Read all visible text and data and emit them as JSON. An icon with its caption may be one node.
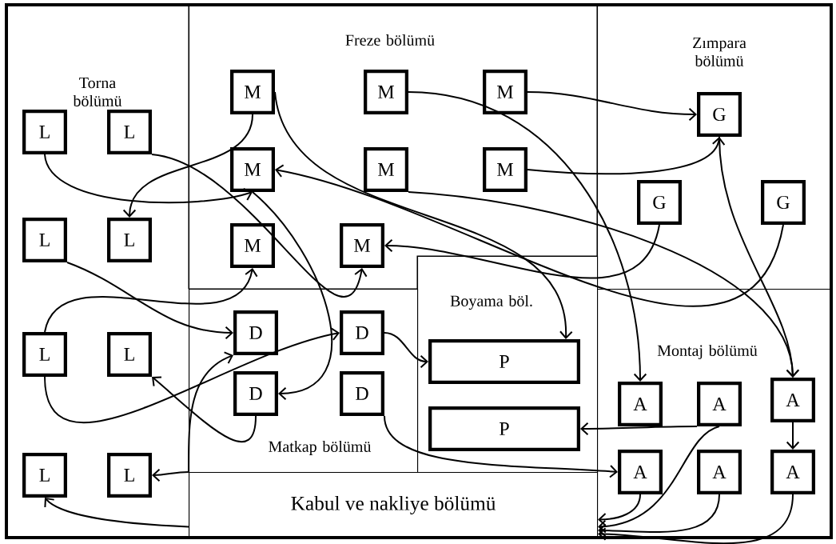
{
  "diagram": {
    "nodes": [
      {
        "text": [
          "Torna bölümü"
        ]
      },
      {
        "text": [
          "Freze bölümü"
        ]
      },
      {
        "text": [
          "Zımpara bölümü"
        ]
      },
      {
        "text": [
          "L"
        ],
        "in": 0
      },
      {
        "text": [
          "L"
        ],
        "in": 0
      },
      {
        "text": [
          "L"
        ],
        "in": 0
      },
      {
        "text": [
          "L"
        ],
        "in": 0
      },
      {
        "text": [
          "L"
        ],
        "in": 0
      },
      {
        "text": [
          "L"
        ],
        "in": 0
      },
      {
        "text": [
          "L"
        ],
        "in": 0
      },
      {
        "text": [
          "L"
        ],
        "in": 0
      },
      {
        "text": [
          "M"
        ],
        "in": 1
      },
      {
        "text": [
          "M"
        ],
        "in": 1
      },
      {
        "text": [
          "M"
        ],
        "in": 1
      },
      {
        "text": [
          "M"
        ],
        "in": 1
      },
      {
        "text": [
          "M"
        ],
        "in": 1
      },
      {
        "text": [
          "M"
        ],
        "in": 1
      },
      {
        "text": [
          "M"
        ],
        "in": 1
      },
      {
        "text": [
          "M"
        ],
        "in": 1
      },
      {
        "text": [
          "G"
        ],
        "in": 2
      },
      {
        "text": [
          "G"
        ],
        "in": 2
      },
      {
        "text": [
          "G"
        ],
        "in": 2
      },
      {
        "text": [
          "Boyama böl."
        ]
      },
      {
        "text": [
          "P"
        ],
        "in": 22
      },
      {
        "text": [
          "P"
        ],
        "in": 22
      },
      {
        "text": [
          "Matkap bölümü"
        ]
      },
      {
        "text": [
          "D"
        ],
        "in": 25
      },
      {
        "text": [
          "D"
        ],
        "in": 25
      },
      {
        "text": [
          "D"
        ],
        "in": 25
      },
      {
        "text": [
          "D"
        ],
        "in": 25
      },
      {
        "text": [
          "Montaj bölümü"
        ]
      },
      {
        "text": [
          "A"
        ],
        "in": 30
      },
      {
        "text": [
          "A"
        ],
        "in": 30
      },
      {
        "text": [
          "A"
        ],
        "in": 30
      },
      {
        "text": [
          "A"
        ],
        "in": 30
      },
      {
        "text": [
          "A"
        ],
        "in": 30
      },
      {
        "text": [
          "A"
        ],
        "in": 30
      },
      {
        "text": [
          "Kabul ve nakliye bölümü"
        ]
      }
    ],
    "edges": [
      {
        "from": 11,
        "to": 6,
        "arrow": "to"
      },
      {
        "from": 3,
        "to": 14,
        "arrow": "to"
      },
      {
        "from": 4,
        "to": 18,
        "arrow": "to"
      },
      {
        "from": 5,
        "to": 26,
        "arrow": "to"
      },
      {
        "from": 7,
        "to": 17,
        "arrow": "to"
      },
      {
        "from": 11,
        "to": 23,
        "arrow": "to"
      },
      {
        "from": 12,
        "to": 31,
        "arrow": "to"
      },
      {
        "from": 13,
        "to": 19,
        "arrow": "to"
      },
      {
        "from": 15,
        "to": 33,
        "arrow": "to"
      },
      {
        "from": 16,
        "to": 19,
        "arrow": "to"
      },
      {
        "from": 19,
        "to": 33,
        "arrow": "to"
      },
      {
        "from": 20,
        "to": 18,
        "arrow": "to"
      },
      {
        "from": 21,
        "to": 14,
        "arrow": "to"
      },
      {
        "from": 14,
        "to": 28,
        "arrow": "to"
      },
      {
        "from": 7,
        "to": 27,
        "arrow": "to"
      },
      {
        "from": 28,
        "to": 8,
        "arrow": "to"
      },
      {
        "from": 27,
        "to": 23,
        "arrow": "to"
      },
      {
        "from": 29,
        "to": 34,
        "arrow": "to"
      },
      {
        "from": 32,
        "to": 24,
        "arrow": "to"
      },
      {
        "from": 32,
        "to": 37,
        "arrow": "to"
      },
      {
        "from": 34,
        "to": 37,
        "arrow": "to"
      },
      {
        "from": 35,
        "to": 37,
        "arrow": "to"
      },
      {
        "from": 36,
        "to": 37,
        "arrow": "to"
      },
      {
        "from": 33,
        "to": 36,
        "arrow": "to"
      },
      {
        "from": 37,
        "to": 10,
        "arrow": "to"
      },
      {
        "from": 37,
        "to": 26,
        "arrow": "to"
      },
      {
        "from": 37,
        "to": 9,
        "arrow": "to"
      }
    ]
  }
}
